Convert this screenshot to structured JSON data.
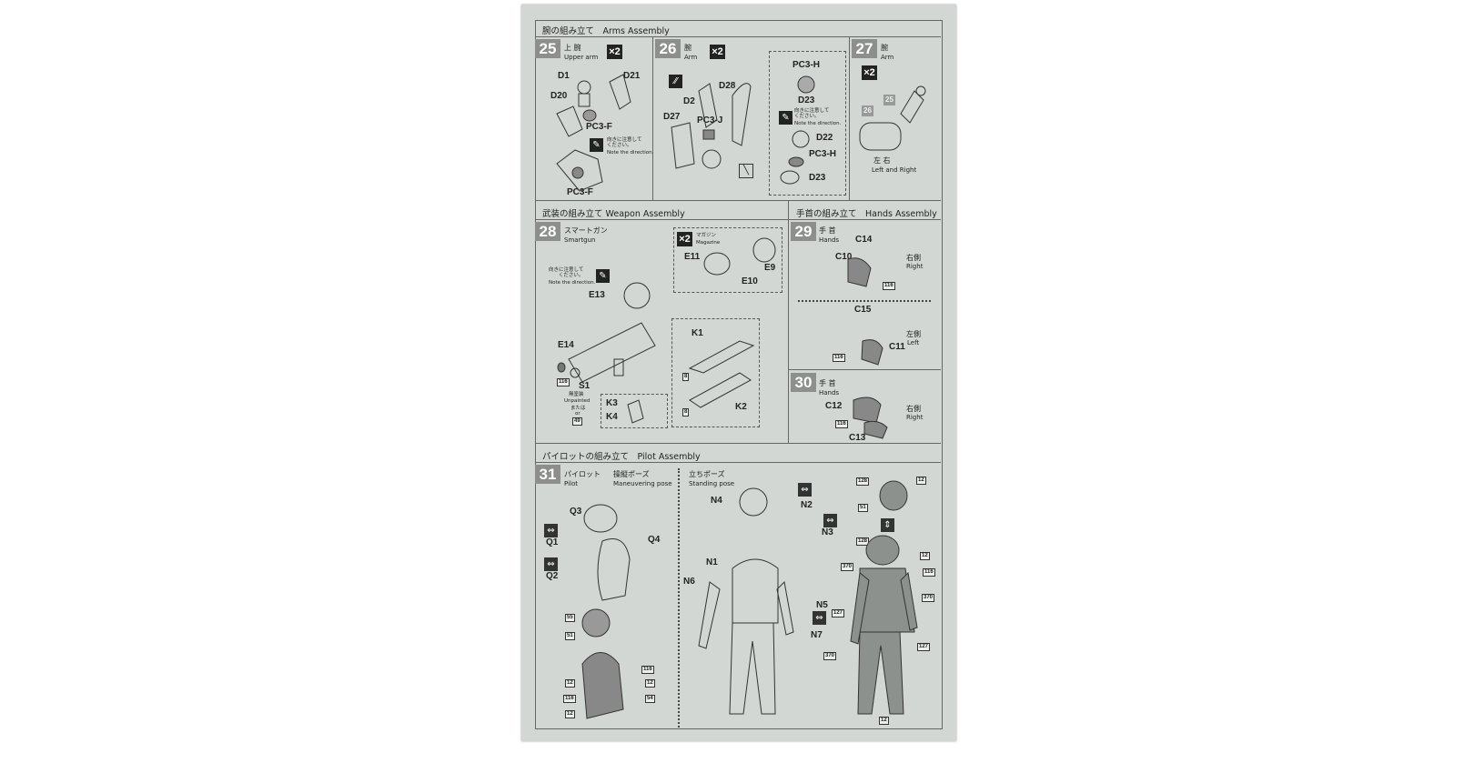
{
  "arms": {
    "title": "腕の組み立て　Arms Assembly",
    "s25": {
      "num": "25",
      "jp": "上 腕",
      "en": "Upper arm",
      "qty": "×2",
      "parts": [
        "D1",
        "D21",
        "D20",
        "PC3-F",
        "PC3-F"
      ],
      "note_jp": "向きに注意して\nください。",
      "note_en": "Note the direction."
    },
    "s26": {
      "num": "26",
      "jp": "腕",
      "en": "Arm",
      "qty": "×2",
      "parts": [
        "D28",
        "D2",
        "D27",
        "PC3-J"
      ],
      "detail": [
        "PC3-H",
        "D23",
        "D22",
        "PC3-H",
        "D23"
      ],
      "note_jp": "向きに注意して\nください。",
      "note_en": "Note the direction."
    },
    "s27": {
      "num": "27",
      "jp": "腕",
      "en": "Arm",
      "qty": "×2",
      "refs": [
        "25",
        "26"
      ],
      "side_jp": "左 右",
      "side_en": "Left and Right"
    }
  },
  "weapon": {
    "title": "武装の組み立て Weapon Assembly",
    "s28": {
      "num": "28",
      "jp": "スマートガン",
      "en": "Smartgun",
      "note_jp": "向きに注意して\nください。",
      "note_en": "Note the direction.",
      "mag_qty": "×2",
      "mag_jp": "マガジン",
      "mag_en": "Magazine",
      "parts": [
        "E11",
        "E9",
        "E10",
        "E13",
        "E14",
        "S1",
        "K1",
        "K2",
        "K3",
        "K4"
      ],
      "paints": [
        "116",
        "8",
        "8",
        "49"
      ],
      "unpainted_jp": "無塗装",
      "unpainted_en": "Unpainted",
      "or_jp": "または",
      "or_en": "or"
    }
  },
  "hands": {
    "title": "手首の組み立て　Hands Assembly",
    "s29": {
      "num": "29",
      "jp": "手 首",
      "en": "Hands",
      "parts": [
        "C14",
        "C10",
        "C15",
        "C11"
      ],
      "right_jp": "右側",
      "right_en": "Right",
      "left_jp": "左側",
      "left_en": "Left",
      "paints": [
        "116",
        "116"
      ]
    },
    "s30": {
      "num": "30",
      "jp": "手 首",
      "en": "Hands",
      "parts": [
        "C12",
        "C13"
      ],
      "right_jp": "右側",
      "right_en": "Right",
      "paints": [
        "116"
      ]
    }
  },
  "pilot": {
    "title": "パイロットの組み立て　Pilot Assembly",
    "s31": {
      "num": "31",
      "jp": "パイロット",
      "en": "Pilot",
      "pose1_jp": "操縦ポーズ",
      "pose1_en": "Maneuvering pose",
      "pose2_jp": "立ちポーズ",
      "pose2_en": "Standing pose",
      "parts1": [
        "Q3",
        "Q1",
        "Q4",
        "Q2"
      ],
      "paints1": [
        "55",
        "51",
        "116",
        "12",
        "12",
        "116",
        "54",
        "12"
      ],
      "parts2": [
        "N4",
        "N2",
        "N3",
        "N1",
        "N6",
        "N5",
        "N7"
      ],
      "paints2": [
        "128",
        "12",
        "51",
        "128",
        "12",
        "370",
        "116",
        "370",
        "127",
        "370",
        "127",
        "12"
      ]
    }
  }
}
